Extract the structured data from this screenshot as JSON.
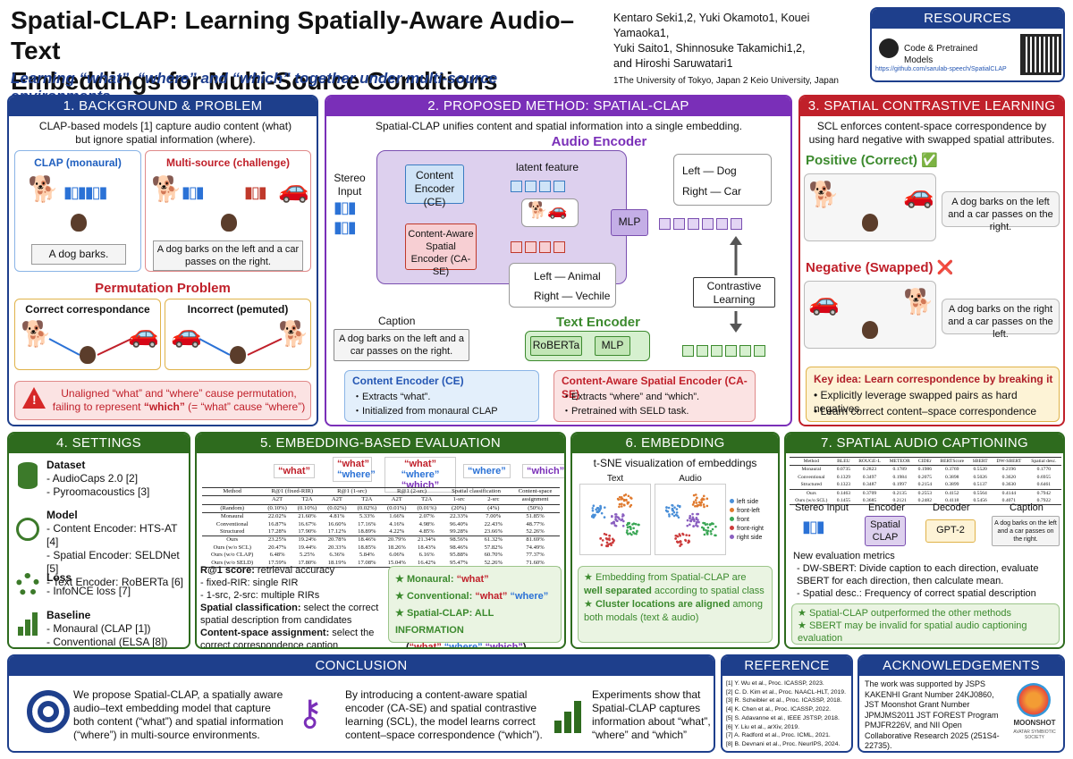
{
  "header": {
    "title_main": "Spatial-CLAP:",
    "title_rest": " Learning Spatially-Aware Audio–Text",
    "title_line2": "Embeddings for Multi-Source Conditions",
    "subtitle": "Learning “what”, “where” and “which” together under multi-source environments",
    "authors_line1": "Kentaro Seki1,2, Yuki Okamoto1, Kouei Yamaoka1,",
    "authors_line2": "Yuki Saito1, Shinnosuke Takamichi1,2,",
    "authors_line3": "and Hiroshi Saruwatari1",
    "affiliations": "1The University of Tokyo, Japan   2 Keio University, Japan"
  },
  "resources": {
    "title": "RESOURCES",
    "item": "Code & Pretrained Models",
    "url": "https://github.com/sarulab-speech/SpatialCLAP"
  },
  "s1": {
    "title": "1. BACKGROUND & PROBLEM",
    "intro": "CLAP-based models [1] capture audio content (what) but ignore spatial information (where).",
    "clap_label": "CLAP (monaural)",
    "multi_label": "Multi-source (challenge)",
    "clap_caption": "A dog barks.",
    "multi_caption": "A dog barks on the left and a car passes on the right.",
    "perm_title": "Permutation Problem",
    "correct_label": "Correct correspondance",
    "incorrect_label": "Incorrect (pemuted)",
    "warning_line1": "Unaligned “what” and “where” cause permutation,",
    "warning_line2a": "failing to represent ",
    "warning_which": "“which”",
    "warning_line2b": " (= “what” cause “where”)"
  },
  "s2": {
    "title": "2. PROPOSED METHOD: SPATIAL-CLAP",
    "intro": "Spatial-CLAP unifies content and spatial information into a single embedding.",
    "audio_encoder": "Audio Encoder",
    "stereo_input": "Stereo Input",
    "content_encoder": "Content Encoder (CE)",
    "ca_se": "Content-Aware Spatial Encoder (CA-SE)",
    "latent_feature": "latent feature",
    "mlp": "MLP",
    "left_dog": "Left — Dog",
    "right_car": "Right — Car",
    "left_animal": "Left — Animal",
    "right_vechile": "Right — Vechile",
    "contrastive": "Contrastive Learning",
    "caption_label": "Caption",
    "caption_text": "A dog barks on the left and a car passes on the right.",
    "roberta": "RoBERTa",
    "text_encoder": "Text Encoder",
    "ce_box_title": "Content Encoder (CE)",
    "ce_items": [
      "・Extracts “what”.",
      "・Initialized from monaural CLAP"
    ],
    "case_box_title": "Content-Aware Spatial Encoder (CA-SE)",
    "case_items": [
      "・Extracts “where” and “which”.",
      "・Pretrained with SELD task."
    ]
  },
  "s3": {
    "title": "3. SPATIAL CONTRASTIVE LEARNING (SCL)",
    "intro": "SCL enforces content-space correspondence by using hard negative with swapped spatial attributes.",
    "positive": "Positive (Correct) ✅",
    "pos_caption": "A dog barks on the left and a car passes on the right.",
    "negative": "Negative (Swapped) ❌",
    "neg_caption": "A dog barks on the right and a car passes on the left.",
    "key_title": "Key idea: Learn correspondence by breaking it",
    "key_items": [
      "• Explicitly leverage swapped pairs as hard negatives",
      "• Learn correct content–space correspondence"
    ]
  },
  "s4": {
    "title": "4. SETTINGS",
    "groups": [
      {
        "head": "Dataset",
        "items": [
          "- AudioCaps 2.0 [2]",
          "- Pyroomacoustics [3]"
        ]
      },
      {
        "head": "Model",
        "items": [
          "- Content Encoder: HTS-AT [4]",
          "- Spatial Encoder: SELDNet [5]",
          "- Text Encoder: RoBERTa [6]"
        ]
      },
      {
        "head": "Loss",
        "items": [
          "- InfoNCE loss [7]"
        ]
      },
      {
        "head": "Baseline",
        "items": [
          "- Monaural  (CLAP [1])",
          "- Conventional (ELSA [8])"
        ]
      }
    ]
  },
  "s5": {
    "title": "5. EMBEDDING-BASED EVALUATION",
    "tags": {
      "t1": "“what”",
      "t2a": "“what”",
      "t2b": "“where”",
      "t3a": "“what”",
      "t3b": "“where”",
      "t3c": "“which”",
      "t4": "“where”",
      "t5": "“which”"
    },
    "table": {
      "group_headers": [
        "Method",
        "R@1 (fixed-RIR)",
        "R@1 (1-src)",
        "R@1 (2-src)",
        "Spatial classification",
        "Content-space"
      ],
      "sub_headers": [
        "",
        "A2T",
        "T2A",
        "A2T",
        "T2A",
        "A2T",
        "T2A",
        "1-src",
        "2-src",
        "assignment"
      ],
      "rows": [
        [
          "(Random)",
          "(0.10%)",
          "(0.10%)",
          "(0.02%)",
          "(0.02%)",
          "(0.01%)",
          "(0.01%)",
          "(20%)",
          "(4%)",
          "(50%)"
        ],
        [
          "Monaural",
          "22.02%",
          "21.60%",
          "4.81%",
          "5.33%",
          "1.66%",
          "2.07%",
          "22.33%",
          "7.00%",
          "51.85%"
        ],
        [
          "Conventional",
          "16.87%",
          "16.67%",
          "16.60%",
          "17.16%",
          "4.16%",
          "4.98%",
          "96.40%",
          "22.43%",
          "48.77%"
        ],
        [
          "Structured",
          "17.28%",
          "17.90%",
          "17.12%",
          "18.89%",
          "4.22%",
          "4.85%",
          "99.28%",
          "23.66%",
          "52.26%"
        ],
        [
          "Ours",
          "23.25%",
          "19.24%",
          "20.78%",
          "18.46%",
          "20.79%",
          "21.34%",
          "98.56%",
          "61.32%",
          "81.69%"
        ],
        [
          "Ours (w/o SCL)",
          "20.47%",
          "19.44%",
          "20.33%",
          "18.85%",
          "18.26%",
          "18.43%",
          "98.46%",
          "57.82%",
          "74.49%"
        ],
        [
          "Ours (w/o CLAP)",
          "6.48%",
          "5.25%",
          "6.36%",
          "5.84%",
          "6.06%",
          "6.16%",
          "95.88%",
          "60.70%",
          "77.37%"
        ],
        [
          "Ours (w/o SELD)",
          "17.59%",
          "17.80%",
          "18.19%",
          "17.08%",
          "15.04%",
          "16.42%",
          "95.47%",
          "52.26%",
          "71.60%"
        ]
      ]
    },
    "r1_head": "R@1 score:",
    "r1_text": " retrieval accuracy",
    "r1_items": [
      "-  fixed-RIR: single RIR",
      "-  1-src, 2-src: multiple RIRs"
    ],
    "sc_head": "Spatial classification:",
    "sc_text": " select the correct spatial description from candidates",
    "ca_head": "Content-space assignment:",
    "ca_text": " select the correct correspondence caption",
    "summary": {
      "monaural": "Monaural: ",
      "monaural_val": "“what”",
      "conventional": "Conventional: ",
      "conv_what": "“what”",
      "conv_where": "“where”",
      "spatial": "Spatial-CLAP: ALL INFORMATION",
      "all_what": "“what”",
      "all_where": "“where”",
      "all_which": "“which”"
    }
  },
  "s6": {
    "title": "6. EMBEDDING VISUALIZATION",
    "intro": "t-SNE visualization of embeddings",
    "text_label": "Text",
    "audio_label": "Audio",
    "legend": [
      "left side",
      "front-left",
      "front",
      "front-right",
      "right side"
    ],
    "legend_colors": [
      "#4a8fd8",
      "#e07a2e",
      "#3aa655",
      "#cc3b3b",
      "#8a5fc0"
    ],
    "note": [
      {
        "pre": "Embedding from Spatial-CLAP are ",
        "bold": "well separated",
        "post": " according to spatial class"
      },
      {
        "pre": "",
        "bold": "Cluster locations are aligned",
        "post": " among both modals (text & audio)"
      }
    ]
  },
  "s7": {
    "title": "7. SPATIAL AUDIO CAPTIONING",
    "table": {
      "headers": [
        "Method",
        "BLEU",
        "ROUGE-L",
        "METEOR",
        "CIDEr",
        "BERTScore",
        "SBERT",
        "DW-SBERT",
        "Spatial desc."
      ],
      "rows": [
        [
          "Monaural",
          "0.0735",
          "0.2823",
          "0.1789",
          "0.1986",
          "0.3769",
          "0.5520",
          "0.2196",
          "0.1770"
        ],
        [
          "Conventional",
          "0.1329",
          "0.3497",
          "0.1984",
          "0.2075",
          "0.3898",
          "0.5026",
          "0.3620",
          "0.6955"
        ],
        [
          "Structured",
          "0.1323",
          "0.3487",
          "0.1997",
          "0.2154",
          "0.3899",
          "0.5137",
          "0.3630",
          "0.6461"
        ],
        [
          "Ours",
          "0.1463",
          "0.3709",
          "0.2135",
          "0.2553",
          "0.4152",
          "0.5564",
          "0.4144",
          "0.7942"
        ],
        [
          "Ours (w/o SCL)",
          "0.1455",
          "0.3685",
          "0.2121",
          "0.2482",
          "0.4118",
          "0.5456",
          "0.4071",
          "0.7922"
        ]
      ]
    },
    "pipeline": {
      "stereo": "Stereo Input",
      "encoder": "Encoder",
      "spatial_clap": "Spatial CLAP",
      "decoder": "Decoder",
      "gpt2": "GPT-2",
      "caption": "Caption",
      "caption_text": "A dog barks on the left and a car passes on the right."
    },
    "metrics_head": "New evaluation metrics",
    "metrics": [
      "-  DW-SBERT: Divide caption to each direction, evaluate SBERT for each direction, then calculate mean.",
      "-  Spatial desc.: Frequency of correct spatial description"
    ],
    "notes": [
      "Spatial-CLAP outperformed the other methods",
      "SBERT may be invalid for spatial audio captioning evaluation"
    ]
  },
  "conclusion": {
    "title": "CONCLUSION",
    "items": [
      "We propose Spatial-CLAP, a spatially aware audio–text embedding model that capture both content (“what”) and spatial information (“where”) in multi-source environments.",
      "By introducing a content-aware spatial encoder (CA-SE) and spatial contrastive learning (SCL), the model learns correct content–space correspondence (“which”).",
      "Experiments show that Spatial-CLAP captures information about “what”, “where” and “which”"
    ]
  },
  "reference": {
    "title": "REFERENCE",
    "items": [
      "[1] Y. Wu et al., Proc. ICASSP, 2023.",
      "[2] C. D. Kim et al., Proc. NAACL-HLT, 2019.",
      "[3] R. Scheibler et al., Proc. ICASSP, 2018.",
      "[4] K. Chen et al., Proc. ICASSP, 2022.",
      "[5] S. Adavanne et al., IEEE JSTSP, 2018.",
      "[6] Y. Liu et al., arXiv, 2019.",
      "[7] A. Radford et al., Proc. ICML, 2021.",
      "[8] B. Devnani et al., Proc. NeurIPS, 2024."
    ]
  },
  "ack": {
    "title": "ACKNOWLEDGEMENTS",
    "text": "The work was supported by JSPS KAKENHI Grant Number 24KJ0860, JST Moonshot Grant Number JPMJMS2011 JST FOREST Program PMJFR226V, and NII Open Collaborative Research 2025 (251S4-22735).",
    "logo_text": "MOONSHOT",
    "logo_sub": "AVATAR SYMBIOTIC SOCIETY"
  }
}
